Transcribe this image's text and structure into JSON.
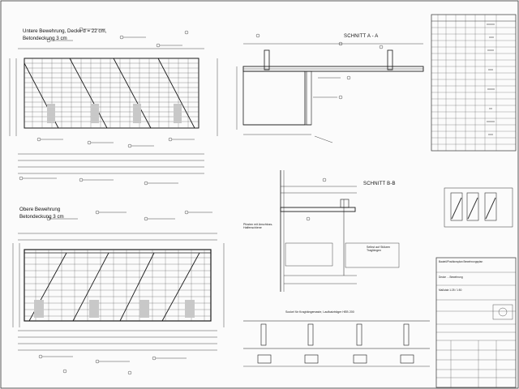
{
  "upper_plan": {
    "title_line1": "Untere Bewehrung, Decke d = 22 cm,",
    "title_line2": "Betondeckung 3 cm"
  },
  "lower_plan": {
    "title_line1": "Obere Bewehrung",
    "title_line2": "Betondeckung 3 cm"
  },
  "section_a": {
    "title": "SCHNITT A - A"
  },
  "section_b": {
    "title": "SCHNITT B-B",
    "note_left": "Pfosten mit Anschluss- Halfenschiene",
    "note_right": "Selbst auf Stützen Traglängen"
  },
  "foundation_note": "Sockel für Kraghängemaste, Laufkatzträger HEB 200",
  "title_block": {
    "line1": "Bauteil/Positionsplan Bewehrungsplan",
    "line2": "Decke ... Bewehrung",
    "line3": "Maßstab 1:25 / 1:50"
  },
  "colors": {
    "line": "#1a1a1a",
    "hatch": "#555555",
    "paper": "#fbfbfb",
    "grey_block": "#c8c8c8"
  }
}
